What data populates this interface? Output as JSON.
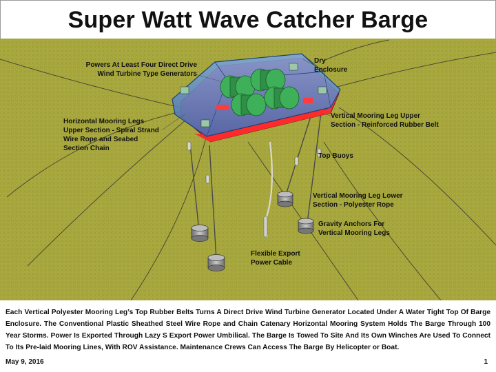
{
  "title": "Super Watt Wave Catcher Barge",
  "labels": {
    "dry_enclosure": [
      "Dry",
      "Enclosure"
    ],
    "generators": [
      "Powers At Least Four Direct Drive",
      "Wind Turbine Type Generators"
    ],
    "horizontal_mooring": [
      "Horizontal Mooring Legs",
      "Upper Section - Spiral Strand",
      "Wire Rope and Seabed",
      "Section Chain"
    ],
    "vertical_upper": [
      "Vertical Mooring Leg Upper",
      "Section - Reinforced Rubber Belt"
    ],
    "top_buoys": [
      "Top Buoys"
    ],
    "vertical_lower": [
      "Vertical Mooring Leg Lower",
      "Section - Polyester Rope"
    ],
    "gravity_anchors": [
      "Gravity Anchors For",
      "Vertical Mooring Legs"
    ],
    "export_cable": [
      "Flexible Export",
      "Power Cable"
    ]
  },
  "description": "Each Vertical Polyester Mooring Leg’s Top Rubber Belts Turns A Direct Drive Wind Turbine Generator Located Under A Water Tight Top Of Barge Enclosure. The Conventional Plastic Sheathed Steel Wire Rope and Chain Catenary Horizontal Mooring System Holds The Barge Through 100 Year Storms. Power Is Exported Through Lazy S Export Power Umbilical. The Barge Is Towed To Site And Its Own Winches Are Used To Connect To Its Pre-laid Mooring Lines, With ROV Assistance. Maintenance Crews Can Access The Barge By Helicopter or Boat.",
  "footer": {
    "date": "May 9, 2016",
    "page": "1"
  },
  "colors": {
    "seabed": "#a9a93f",
    "enclosure": "#5f8fcf",
    "hull": "#e33a46",
    "hull_bottom": "#ff2a2a",
    "generators": "#3fb05a",
    "anchors": "#8e8e8e"
  }
}
